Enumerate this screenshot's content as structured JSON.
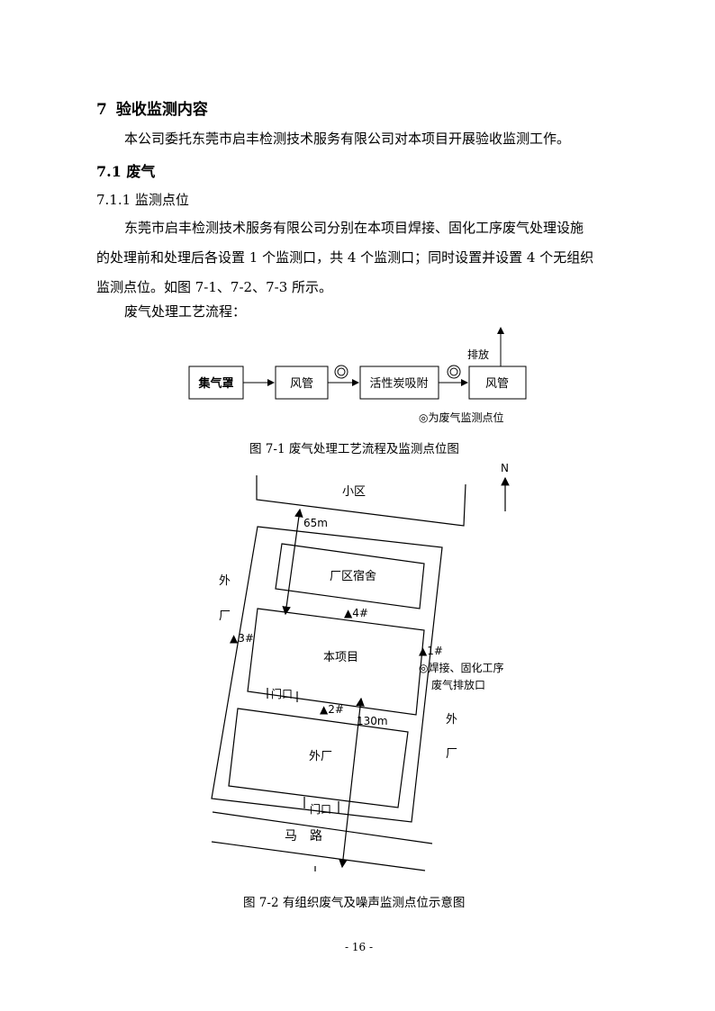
{
  "section": {
    "number": "7",
    "title": "验收监测内容",
    "intro": "本公司委托东莞市启丰检测技术服务有限公司对本项目开展验收监测工作。"
  },
  "subsection": {
    "title": "7.1 废气"
  },
  "subsubsection": {
    "title": "7.1.1 监测点位"
  },
  "body": {
    "line1": "东莞市启丰检测技术服务有限公司分别在本项目焊接、固化工序废气处理设施",
    "line2": "的处理前和处理后各设置 1 个监测口，共 4 个监测口；同时设置并设置 4 个无组织",
    "line3": "监测点位。如图 7-1、7-2、7-3 所示。",
    "process_label": "废气处理工艺流程："
  },
  "figure1": {
    "boxes": [
      "集气罩",
      "风管",
      "活性炭吸附",
      "风管"
    ],
    "discharge_label": "排放",
    "legend": "◎为废气监测点位",
    "caption": "图 7-1  废气处理工艺流程及监测点位图"
  },
  "figure2": {
    "north": "N",
    "residential": "小区",
    "distance_top": "65m",
    "dormitory": "厂区宿舍",
    "project": "本项目",
    "gate": "门口",
    "other_factory": "外厂",
    "road": "马　路",
    "distance_bottom": "130m",
    "outer_left_1": "外",
    "outer_left_2": "厂",
    "outer_right_1": "外",
    "outer_right_2": "厂",
    "point1": "▲1#",
    "point2": "▲2#",
    "point3": "▲3#",
    "point4": "▲4#",
    "outlet_1": "◎焊接、固化工序",
    "outlet_2": "废气排放口",
    "caption": "图 7-2  有组织废气及噪声监测点位示意图"
  },
  "page_number": "- 16 -"
}
